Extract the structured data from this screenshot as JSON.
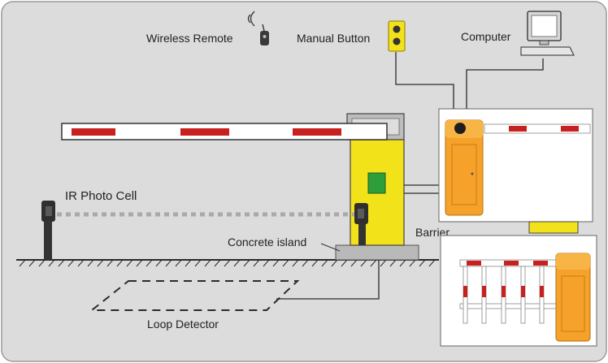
{
  "labels": {
    "wireless_remote": "Wireless Remote",
    "manual_button": "Manual Button",
    "computer": "Computer",
    "ir_photo_cell": "IR Photo Cell",
    "concrete_island": "Concrete island",
    "barrier": "Barrier",
    "loop_detector": "Loop Detector"
  },
  "colors": {
    "background": "#dcdcdc",
    "cabinet_yellow": "#f2e21a",
    "boom_stripe_red": "#c8201e",
    "control_box_green": "#2e9e3a",
    "product_orange": "#f5a12a",
    "wire": "#2b2b2b"
  },
  "icons": [
    "wifi-signal-icon",
    "remote-control-icon",
    "button-panel-icon",
    "computer-monitor-icon",
    "keyboard-icon",
    "ir-sensor-icon"
  ]
}
